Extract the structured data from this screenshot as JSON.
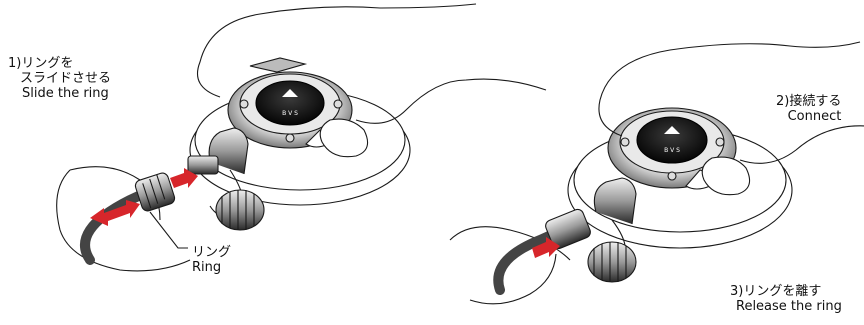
{
  "step1": {
    "jp_line1": "1)リングを",
    "jp_line2": "スライドさせる",
    "en": "Slide the ring"
  },
  "ring_label": {
    "jp": "リング",
    "en": "Ring"
  },
  "step2": {
    "jp": "2)接続する",
    "en": "Connect"
  },
  "step3": {
    "jp": "3)リングを離す",
    "en": "Release the ring"
  },
  "logo": {
    "text": "B V S"
  },
  "colors": {
    "arrow": "#d7262b",
    "line": "#1a1a1a",
    "badge": "#111111"
  }
}
